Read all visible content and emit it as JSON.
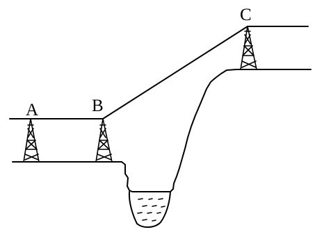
{
  "labels": {
    "a": "A",
    "b": "B",
    "c": "C"
  },
  "colors": {
    "ink": "#000000",
    "background": "#ffffff"
  },
  "icons": {
    "tower": "lattice-tower-icon",
    "water": "water-icon"
  }
}
